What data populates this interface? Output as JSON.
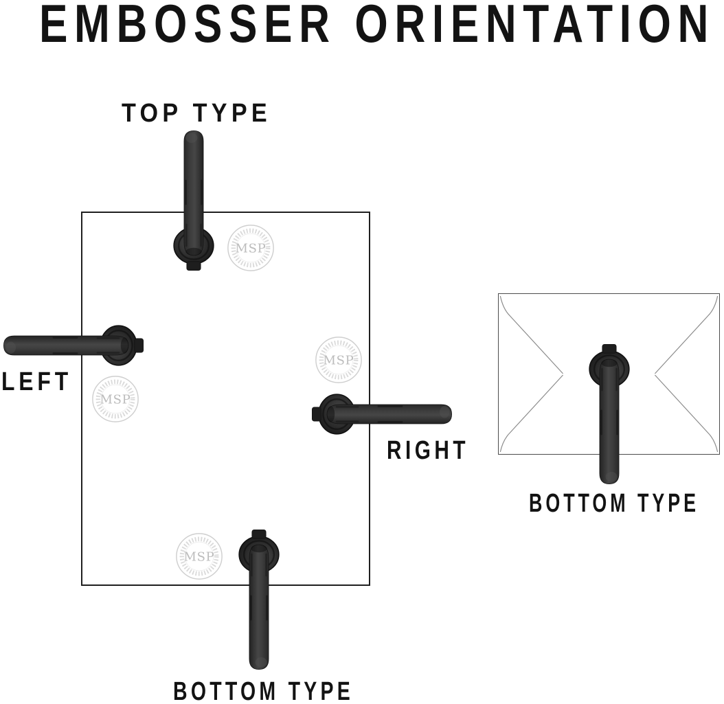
{
  "title": "EMBOSSER ORIENTATION",
  "diagram": {
    "paper": {
      "label_top": "TOP TYPE",
      "label_left": "LEFT",
      "label_right": "RIGHT",
      "label_bottom": "BOTTOM TYPE",
      "watermark_monogram": "MSP"
    },
    "envelope": {
      "label": "BOTTOM TYPE"
    }
  },
  "colors": {
    "ink": "#131313",
    "embosser_body": "#3a3a3a",
    "embosser_head": "#1e1e1e",
    "paper_border": "#1f1f1f",
    "envelope_border": "#4c4c4c",
    "fold_line": "#8b8b8b",
    "watermark": "#c9c9c9",
    "background": "#ffffff"
  }
}
